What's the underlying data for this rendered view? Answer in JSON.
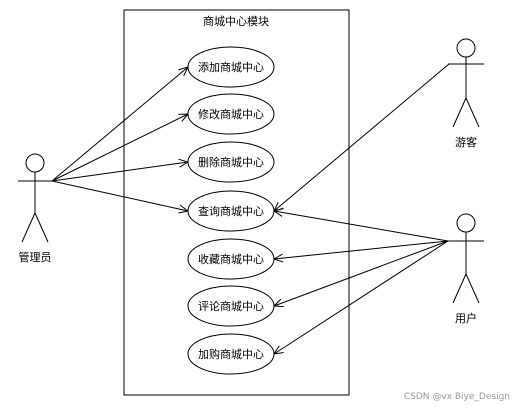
{
  "system": {
    "title": "商城中心模块"
  },
  "use_cases": [
    {
      "id": "add",
      "label": "添加商城中心"
    },
    {
      "id": "edit",
      "label": "修改商城中心"
    },
    {
      "id": "delete",
      "label": "删除商城中心"
    },
    {
      "id": "query",
      "label": "查询商城中心"
    },
    {
      "id": "favorite",
      "label": "收藏商城中心"
    },
    {
      "id": "comment",
      "label": "评论商城中心"
    },
    {
      "id": "purchase",
      "label": "加购商城中心"
    }
  ],
  "actors": [
    {
      "id": "admin",
      "label": "管理员"
    },
    {
      "id": "guest",
      "label": "游客"
    },
    {
      "id": "user",
      "label": "用户"
    }
  ],
  "associations": [
    {
      "from": "admin",
      "to": "add"
    },
    {
      "from": "admin",
      "to": "edit"
    },
    {
      "from": "admin",
      "to": "delete"
    },
    {
      "from": "admin",
      "to": "query"
    },
    {
      "from": "guest",
      "to": "query"
    },
    {
      "from": "user",
      "to": "query"
    },
    {
      "from": "user",
      "to": "favorite"
    },
    {
      "from": "user",
      "to": "comment"
    },
    {
      "from": "user",
      "to": "purchase"
    }
  ],
  "watermark": "CSDN @vx Biye_Design"
}
